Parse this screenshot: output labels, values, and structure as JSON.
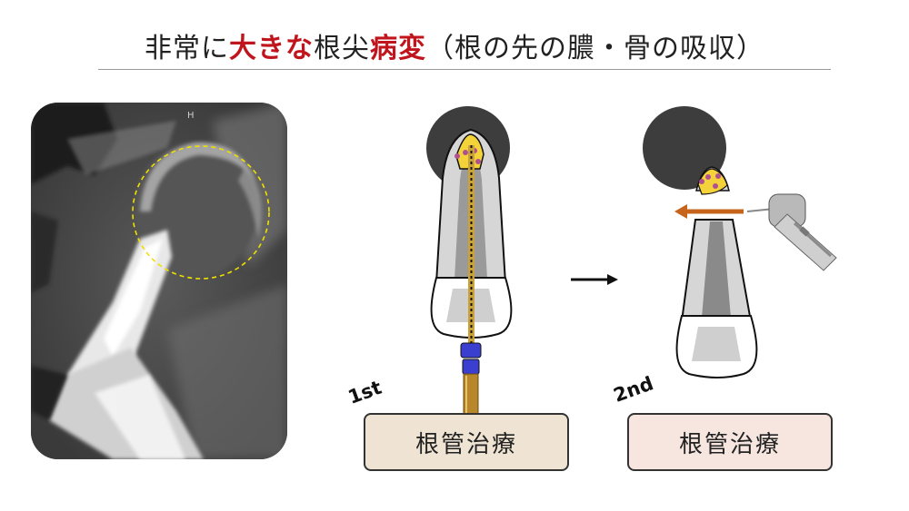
{
  "title": {
    "part1": "非常に",
    "highlight1": "大きな",
    "part2": "根尖",
    "highlight2": "病変",
    "part3": "（根の先の膿・骨の吸収）"
  },
  "ct_scan": {
    "marker_text": "H"
  },
  "steps": [
    {
      "number": "1st",
      "label": "根管治療"
    },
    {
      "number": "2nd",
      "label": "根管治療"
    }
  ],
  "colors": {
    "title_highlight": "#c0151c",
    "box1_fill": "#efe4d3",
    "box2_fill": "#f6e6df",
    "lesion_outline": "#f0e000",
    "arrow_orange": "#c5641a",
    "file_stopper_blue": "#3b3fd0"
  },
  "icons": [
    "dental-file-icon",
    "handpiece-icon",
    "right-arrow-icon",
    "left-arrow-icon"
  ]
}
